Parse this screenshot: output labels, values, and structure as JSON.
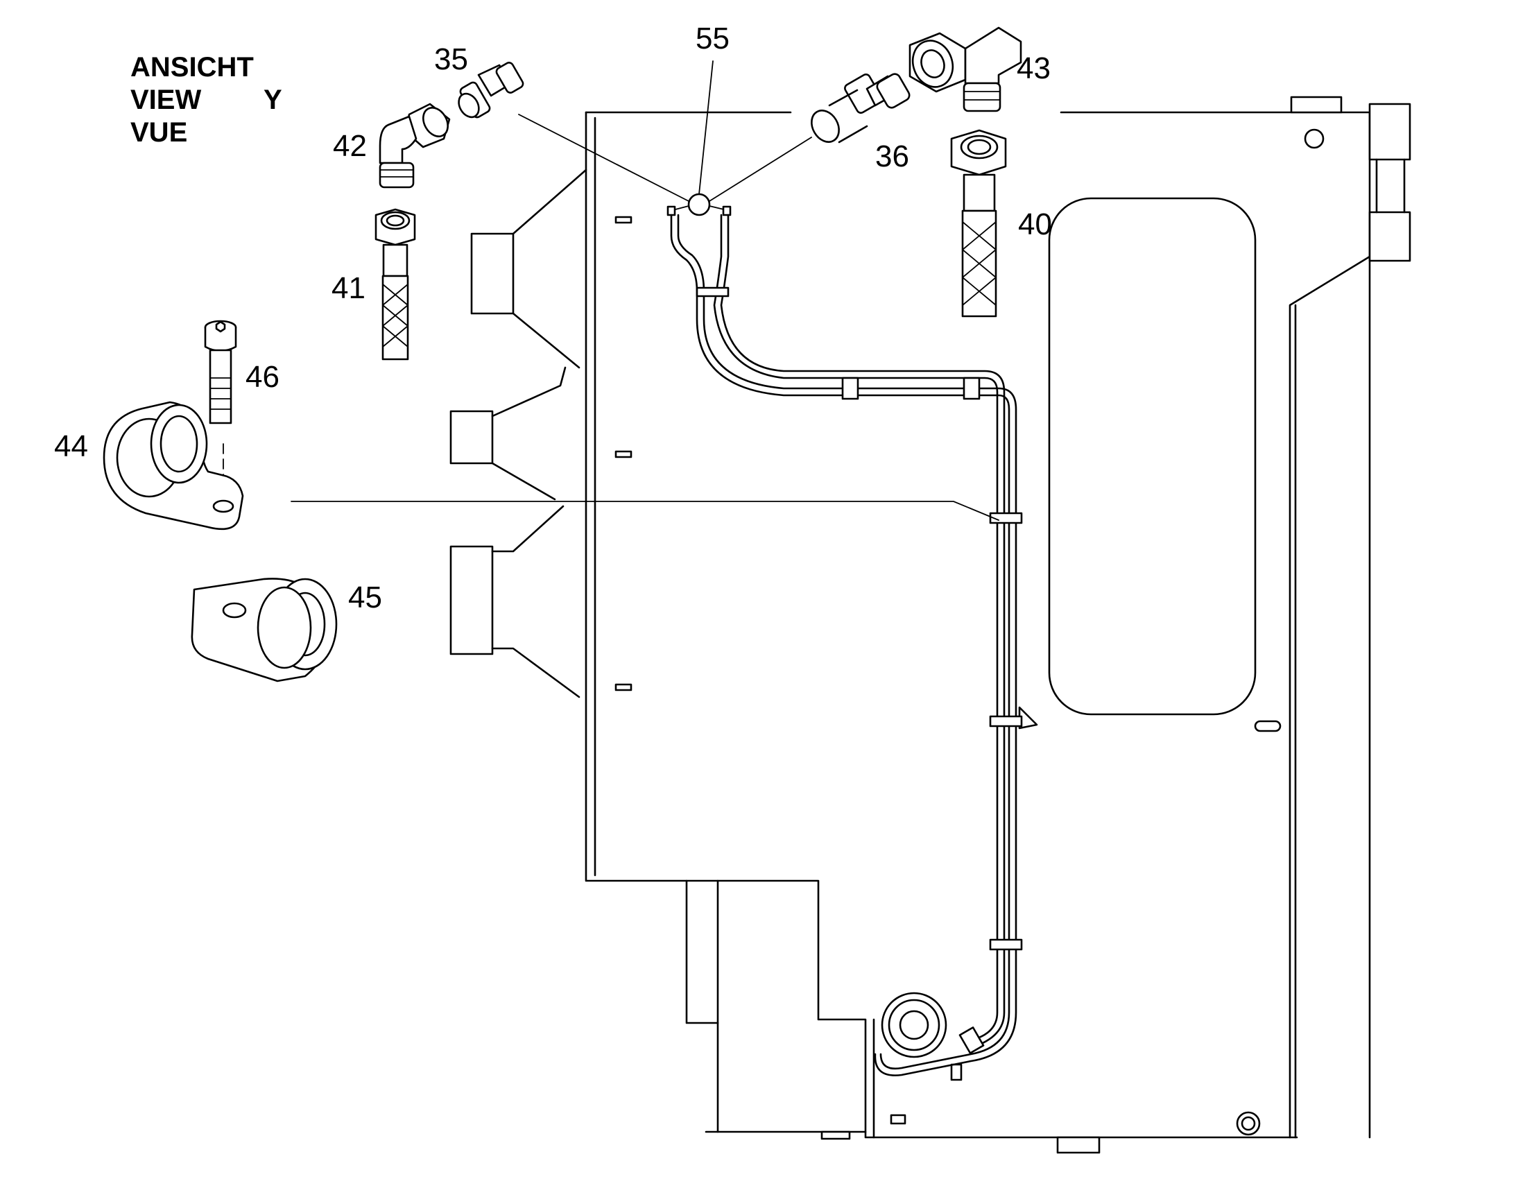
{
  "view_label": {
    "de": "ANSICHT",
    "en": "VIEW",
    "fr": "VUE",
    "letter": "Y"
  },
  "parts": [
    {
      "id": "35",
      "label": "35"
    },
    {
      "id": "36",
      "label": "36"
    },
    {
      "id": "40",
      "label": "40"
    },
    {
      "id": "41",
      "label": "41"
    },
    {
      "id": "42",
      "label": "42"
    },
    {
      "id": "43",
      "label": "43"
    },
    {
      "id": "44",
      "label": "44"
    },
    {
      "id": "45",
      "label": "45"
    },
    {
      "id": "46",
      "label": "46"
    },
    {
      "id": "55",
      "label": "55"
    }
  ],
  "colors": {
    "line": "#000000",
    "background": "#ffffff"
  }
}
